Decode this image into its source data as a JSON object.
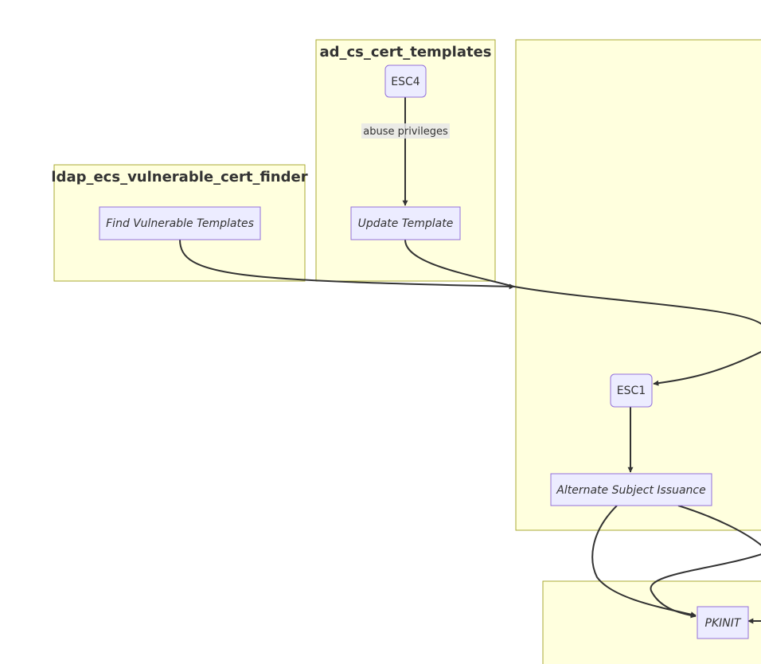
{
  "diagram": {
    "clusters": {
      "ldap": {
        "label": "ldap_ecs_vulnerable_cert_finder"
      },
      "adcs": {
        "label": "ad_cs_cert_templates"
      },
      "main": {
        "label": ""
      },
      "bottom": {
        "label": ""
      }
    },
    "nodes": {
      "find_vulnerable": {
        "label": "Find Vulnerable Templates"
      },
      "esc4": {
        "label": "ESC4"
      },
      "update_template": {
        "label": "Update Template"
      },
      "esc1": {
        "label": "ESC1"
      },
      "alternate_subject": {
        "label": "Alternate Subject Issuance"
      },
      "pkinit": {
        "label": "PKINIT"
      }
    },
    "edges": {
      "esc4_to_update": {
        "label": "abuse privileges"
      }
    },
    "colors": {
      "cluster_fill": "#ffffde",
      "cluster_stroke": "#aaaa33",
      "node_fill": "#ececff",
      "node_stroke": "#9370db",
      "edge": "#333333"
    }
  }
}
